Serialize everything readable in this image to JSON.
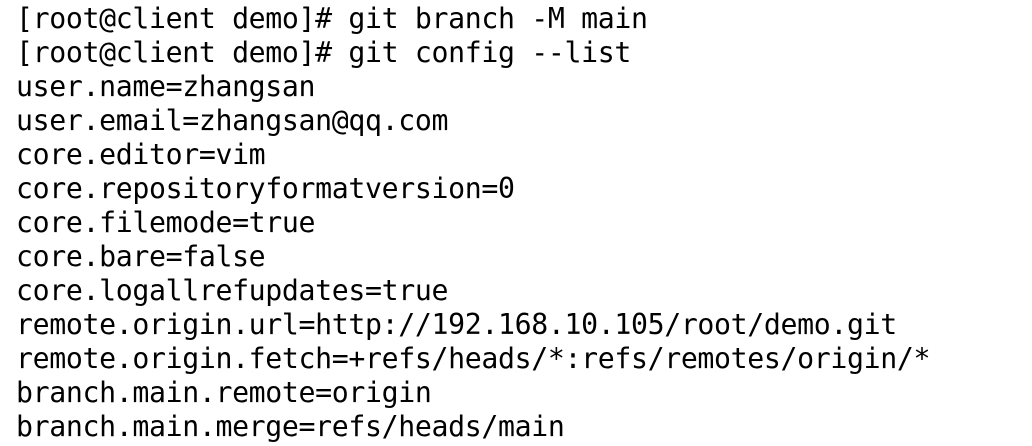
{
  "terminal": {
    "lines": [
      "[root@client demo]# git branch -M main",
      "[root@client demo]# git config --list",
      "user.name=zhangsan",
      "user.email=zhangsan@qq.com",
      "core.editor=vim",
      "core.repositoryformatversion=0",
      "core.filemode=true",
      "core.bare=false",
      "core.logallrefupdates=true",
      "remote.origin.url=http://192.168.10.105/root/demo.git",
      "remote.origin.fetch=+refs/heads/*:refs/remotes/origin/*",
      "branch.main.remote=origin",
      "branch.main.merge=refs/heads/main"
    ]
  },
  "colors": {
    "background": "#ffffff",
    "text": "#000000"
  }
}
